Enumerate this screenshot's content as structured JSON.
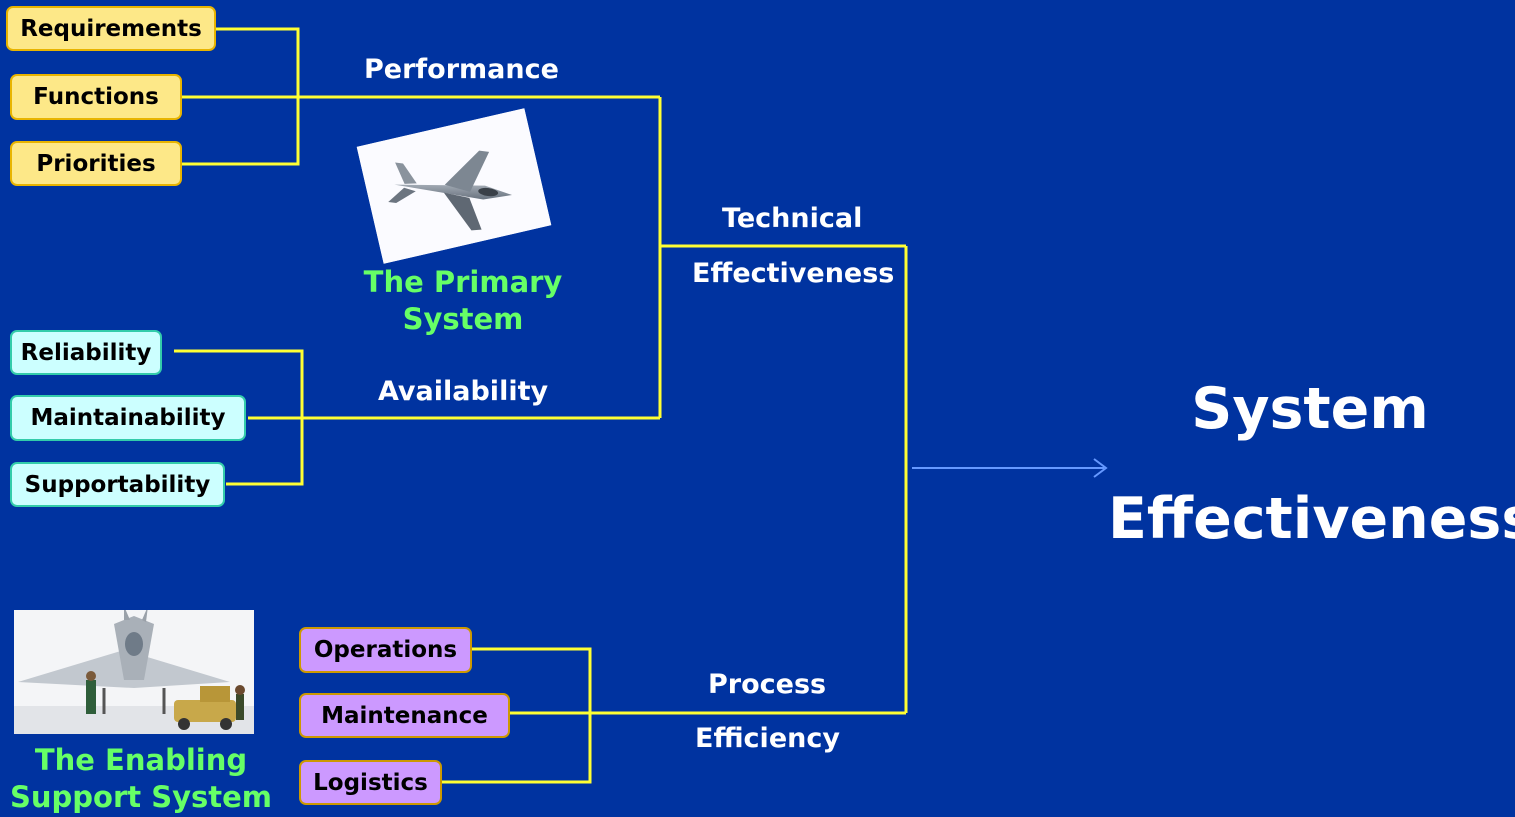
{
  "performance_inputs": [
    "Requirements",
    "Functions",
    "Priorities"
  ],
  "availability_inputs": [
    "Reliability",
    "Maintainability",
    "Supportability"
  ],
  "process_inputs": [
    "Operations",
    "Maintenance",
    "Logistics"
  ],
  "labels": {
    "performance": "Performance",
    "availability": "Availability",
    "technical": "Technical",
    "technical2": "Effectiveness",
    "process": "Process",
    "process2": "Efficiency",
    "primary_system_1": "The Primary",
    "primary_system_2": "System",
    "enabling_1": "The Enabling",
    "enabling_2": "Support System",
    "result_1": "System",
    "result_2": "Effectiveness"
  },
  "images": {
    "primary": "fighter-jet-icon",
    "enabling": "jet-maintenance-crew-icon"
  },
  "colors": {
    "background": "#0033a0",
    "connector": "#ffff33",
    "arrow": "#6699ff",
    "caption": "#66ff66"
  }
}
